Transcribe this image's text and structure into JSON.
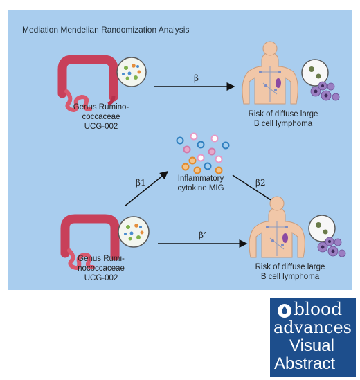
{
  "title": "Mediation Mendelian Randomization Analysis",
  "top_row": {
    "exposure_label": [
      "Genus Rumino-",
      "coccaceae",
      "UCG-002"
    ],
    "outcome_label": [
      "Risk of diffuse large",
      "B cell lymphoma"
    ],
    "beta": "β"
  },
  "mediation": {
    "mediator_label": [
      "Inflammatory",
      "cytokine MIG"
    ],
    "exposure_label": [
      "Genus Rumi-",
      "nococcaceae",
      "UCG-002"
    ],
    "outcome_label": [
      "Risk of diffuse large",
      "B cell lymphoma"
    ],
    "beta1": "β1",
    "beta2": "β2",
    "beta_prime": "β’"
  },
  "logo": {
    "word1": "blood",
    "word2": "advances",
    "word3": "Visual",
    "word4": "Abstract"
  },
  "colors": {
    "panel": "#a9cdee",
    "logo_bg": "#1d4e8c"
  }
}
